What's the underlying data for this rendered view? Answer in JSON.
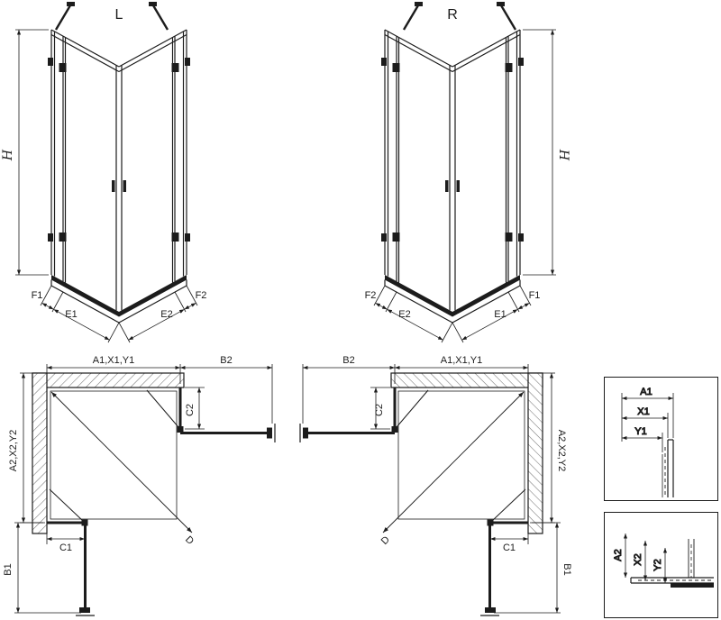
{
  "front_view_left": {
    "title": "L",
    "height_label": "H",
    "bottom_dims": {
      "f1": "F1",
      "e1": "E1",
      "e2": "E2",
      "f2": "F2"
    }
  },
  "front_view_right": {
    "title": "R",
    "height_label": "H",
    "bottom_dims": {
      "f1": "F1",
      "e1": "E1",
      "e2": "E2",
      "f2": "F2"
    }
  },
  "plan_view_left": {
    "top_width": "A1,X1,Y1",
    "door_proj_top": "B2",
    "fixed_right": "C2",
    "side_depth": "A2,X2,Y2",
    "fixed_bottom": "C1",
    "door_proj_bottom": "B1",
    "diagonal": "D"
  },
  "plan_view_right": {
    "top_width": "A1,X1,Y1",
    "door_proj_top": "B2",
    "fixed_right": "C2",
    "side_depth": "A2,X2,Y2",
    "fixed_bottom": "C1",
    "door_proj_bottom": "B1",
    "diagonal": "D"
  },
  "detail_profile_vertical": {
    "a1": "A1",
    "x1": "X1",
    "y1": "Y1"
  },
  "detail_profile_horizontal": {
    "a2": "A2",
    "x2": "X2",
    "y2": "Y2"
  },
  "colors": {
    "line": "#1c1c1c",
    "hatch": "#777777",
    "background": "#ffffff"
  }
}
